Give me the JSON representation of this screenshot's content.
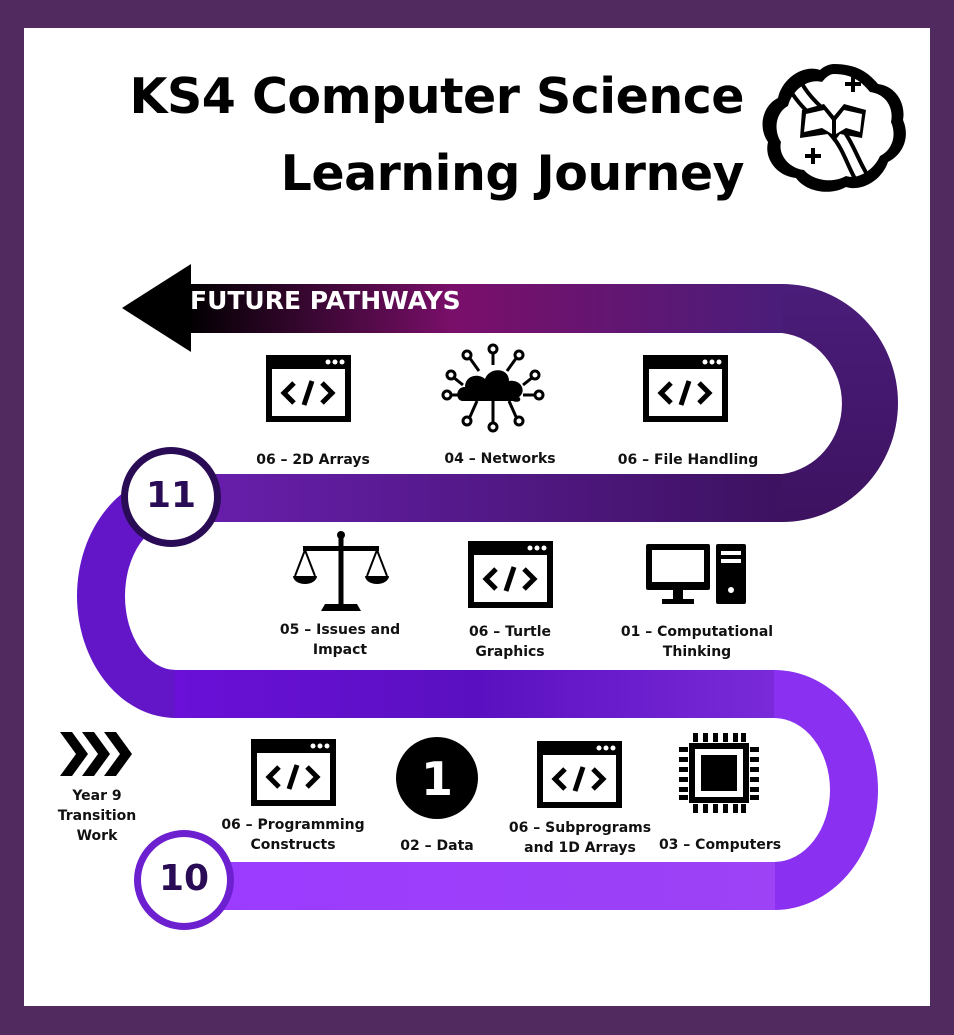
{
  "title": {
    "line1": "KS4 Computer Science",
    "line2": "Learning Journey"
  },
  "colors": {
    "frame": "#512a5f",
    "track_dark": "#3d1260",
    "track_mid": "#6a2ea8",
    "track_light": "#9b3bff",
    "magenta": "#7a0f6a",
    "badge_border": "#2a0c56"
  },
  "pathways": {
    "label": "FUTURE PATHWAYS",
    "icon": "arrow-left-icon"
  },
  "years": {
    "year11": "11",
    "year10": "10"
  },
  "transition": {
    "line1": "Year 9",
    "line2": "Transition",
    "line3": "Work",
    "icon": "chevrons-right-icon"
  },
  "data_badge": "1",
  "topics": {
    "arrays2d": {
      "label": "06 – 2D Arrays",
      "icon": "code-window-icon"
    },
    "networks": {
      "label": "04 – Networks",
      "icon": "cloud-network-icon"
    },
    "file_handling": {
      "label": "06 – File Handling",
      "icon": "code-window-icon"
    },
    "issues": {
      "line1": "05 – Issues and",
      "line2": "Impact",
      "icon": "scales-icon"
    },
    "turtle": {
      "line1": "06 – Turtle",
      "line2": "Graphics",
      "icon": "code-window-icon"
    },
    "computational": {
      "line1": "01 – Computational",
      "line2": "Thinking",
      "icon": "desktop-computer-icon"
    },
    "programming": {
      "line1": "06 – Programming",
      "line2": "Constructs",
      "icon": "code-window-icon"
    },
    "data": {
      "label": "02 – Data",
      "icon": "number-one-icon"
    },
    "subprograms": {
      "line1": "06 – Subprograms",
      "line2": "and 1D Arrays",
      "icon": "code-window-icon"
    },
    "computers": {
      "label": "03 – Computers",
      "icon": "cpu-chip-icon"
    }
  }
}
